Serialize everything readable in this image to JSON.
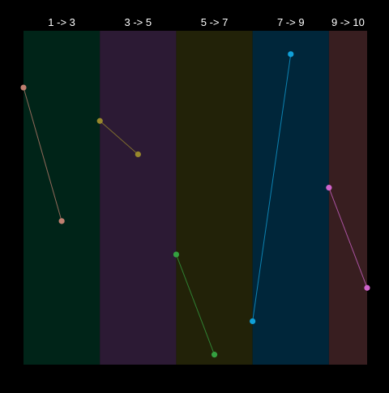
{
  "chart_data": {
    "type": "line",
    "background": "#000000",
    "xlim": [
      1,
      10
    ],
    "ylim": [
      0,
      10
    ],
    "grid": false,
    "legend": "none",
    "bands": [
      {
        "label": "1 -> 3",
        "start": 1,
        "end": 3,
        "color": "#002418"
      },
      {
        "label": "3 -> 5",
        "start": 3,
        "end": 5,
        "color": "#2c1a34"
      },
      {
        "label": "5 -> 7",
        "start": 5,
        "end": 7,
        "color": "#222208"
      },
      {
        "label": "7 -> 9",
        "start": 7,
        "end": 9,
        "color": "#00263a"
      },
      {
        "label": "9 -> 10",
        "start": 9,
        "end": 10,
        "color": "#381e20"
      }
    ],
    "series": [
      {
        "color": "#c08070",
        "points": [
          [
            1,
            8.3
          ],
          [
            2,
            4.3
          ]
        ]
      },
      {
        "color": "#98882c",
        "points": [
          [
            3,
            7.3
          ],
          [
            4,
            6.3
          ]
        ]
      },
      {
        "color": "#34a040",
        "points": [
          [
            5,
            3.3
          ],
          [
            6,
            0.3
          ]
        ]
      },
      {
        "color": "#10a0d8",
        "points": [
          [
            7,
            1.3
          ],
          [
            8,
            9.3
          ]
        ]
      },
      {
        "color": "#d064cc",
        "points": [
          [
            9,
            5.3
          ],
          [
            10,
            2.3
          ]
        ]
      }
    ]
  }
}
